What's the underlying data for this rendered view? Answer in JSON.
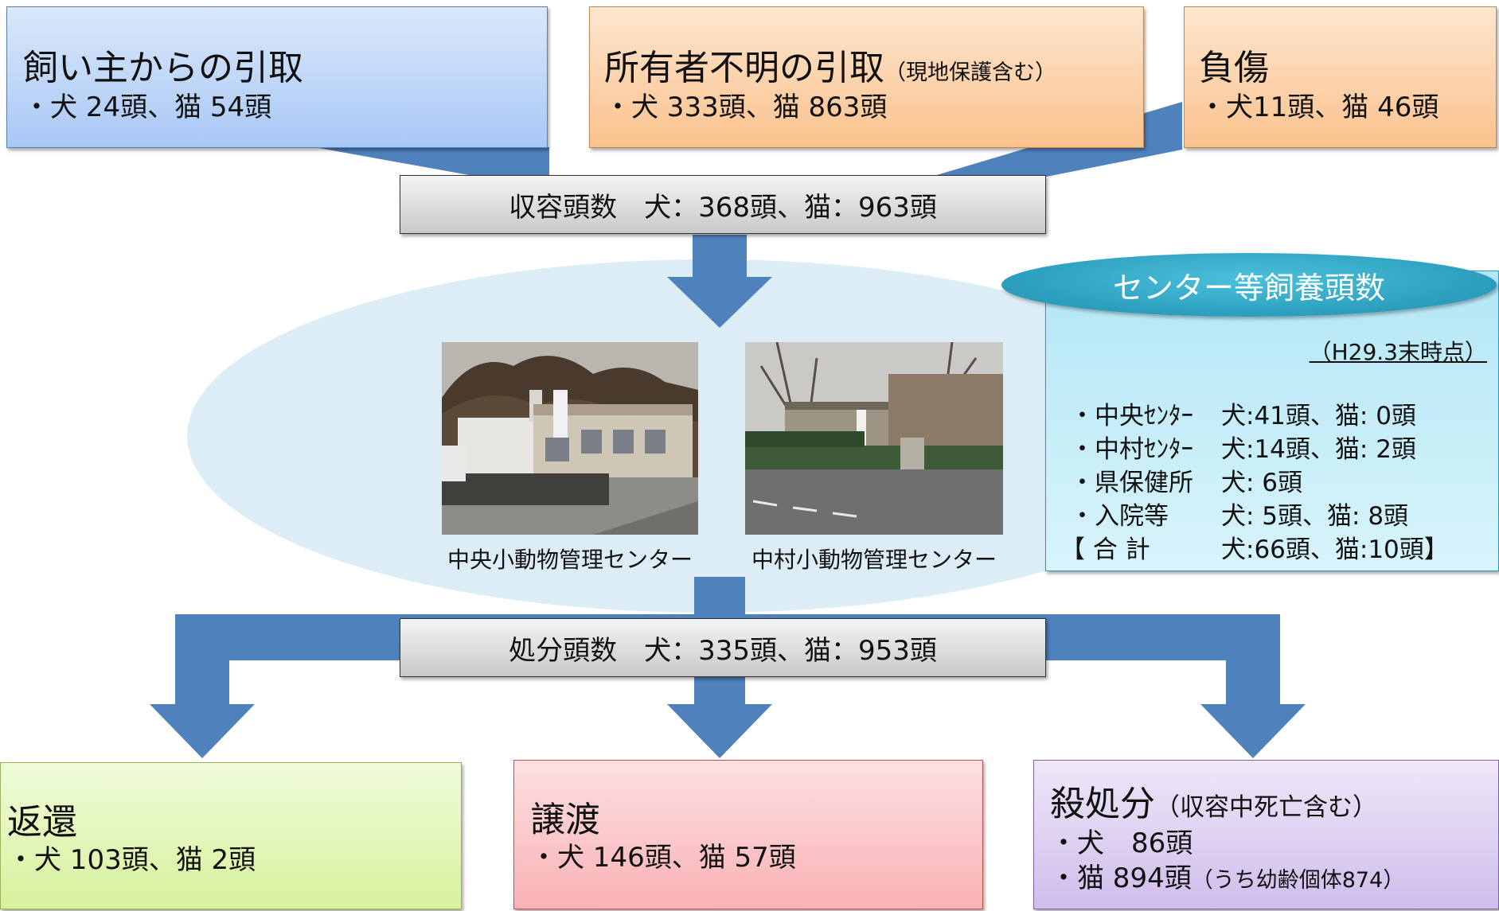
{
  "colors": {
    "flow_arrow": "#4f81bd",
    "ellipse": "#dcedf5",
    "box_blue": "#a8c8f5",
    "box_orange": "#fbc28e",
    "box_green": "#e3f7b5",
    "box_pink": "#fcc2c4",
    "box_purple": "#dcd0f2",
    "panel_bg": "#c5ecf7",
    "pill_bg": "#2fa7c4"
  },
  "sources": {
    "owner": {
      "title": "飼い主からの引取",
      "line": "・犬 24頭、猫 54頭"
    },
    "unknown_owner": {
      "title": "所有者不明の引取",
      "note": "（現地保護含む）",
      "line": "・犬 333頭、猫 863頭"
    },
    "injured": {
      "title": "負傷",
      "line": "・犬11頭、猫 46頭"
    }
  },
  "intake_bar": {
    "text": "収容頭数　犬：368頭、猫：963頭"
  },
  "disposal_bar": {
    "text": "処分頭数　犬：335頭、猫：953頭"
  },
  "photos": [
    {
      "caption": "中央小動物管理センター",
      "icon": "building-photo"
    },
    {
      "caption": "中村小動物管理センター",
      "icon": "building-photo"
    }
  ],
  "panel": {
    "title": "センター等飼養頭数",
    "date": "（H29.3末時点）",
    "rows": [
      {
        "label": "・中央ｾﾝﾀｰ",
        "value": "犬:41頭、猫: 0頭"
      },
      {
        "label": "・中村ｾﾝﾀｰ",
        "value": "犬:14頭、猫: 2頭"
      },
      {
        "label": "・県保健所",
        "value": "犬:  6頭"
      },
      {
        "label": "・入院等",
        "value": "犬:  5頭、猫:  8頭"
      },
      {
        "label": "【 合 計",
        "value": "犬:66頭、猫:10頭】"
      }
    ]
  },
  "outcomes": {
    "return": {
      "title": "返還",
      "line": "・犬 103頭、猫 2頭"
    },
    "transfer": {
      "title": "譲渡",
      "line": "・犬 146頭、猫 57頭"
    },
    "euthanasia": {
      "title": "殺処分",
      "note": "（収容中死亡含む）",
      "line1": "・犬　86頭",
      "line2": "・猫 894頭",
      "line2_note": "（うち幼齢個体874）"
    }
  }
}
